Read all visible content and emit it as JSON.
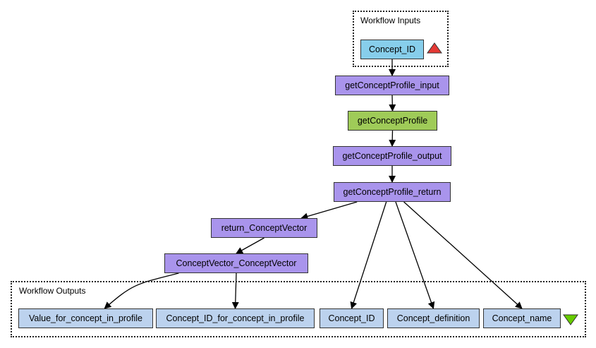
{
  "colors": {
    "processor": "#a994ec",
    "service": "#9fcb58",
    "input": "#87ceeb",
    "output": "#bcd2ee",
    "input_marker": "#e53935",
    "output_marker": "#66cc00",
    "edge": "#000000"
  },
  "clusters": {
    "inputs": {
      "label": "Workflow Inputs"
    },
    "outputs": {
      "label": "Workflow Outputs"
    }
  },
  "nodes": {
    "in_concept_id": {
      "label": "Concept_ID",
      "kind": "input"
    },
    "gcp_input": {
      "label": "getConceptProfile_input",
      "kind": "processor"
    },
    "gcp": {
      "label": "getConceptProfile",
      "kind": "service"
    },
    "gcp_output": {
      "label": "getConceptProfile_output",
      "kind": "processor"
    },
    "gcp_return": {
      "label": "getConceptProfile_return",
      "kind": "processor"
    },
    "return_cv": {
      "label": "return_ConceptVector",
      "kind": "processor"
    },
    "cv_cv": {
      "label": "ConceptVector_ConceptVector",
      "kind": "processor"
    },
    "out_value": {
      "label": "Value_for_concept_in_profile",
      "kind": "output"
    },
    "out_concept_id_profile": {
      "label": "Concept_ID_for_concept_in_profile",
      "kind": "output"
    },
    "out_concept_id": {
      "label": "Concept_ID",
      "kind": "output"
    },
    "out_definition": {
      "label": "Concept_definition",
      "kind": "output"
    },
    "out_name": {
      "label": "Concept_name",
      "kind": "output"
    }
  },
  "edges": [
    {
      "from": "in_concept_id",
      "to": "gcp_input"
    },
    {
      "from": "gcp_input",
      "to": "gcp"
    },
    {
      "from": "gcp",
      "to": "gcp_output"
    },
    {
      "from": "gcp_output",
      "to": "gcp_return"
    },
    {
      "from": "gcp_return",
      "to": "return_cv"
    },
    {
      "from": "gcp_return",
      "to": "out_concept_id"
    },
    {
      "from": "gcp_return",
      "to": "out_definition"
    },
    {
      "from": "gcp_return",
      "to": "out_name"
    },
    {
      "from": "return_cv",
      "to": "cv_cv"
    },
    {
      "from": "cv_cv",
      "to": "out_value"
    },
    {
      "from": "cv_cv",
      "to": "out_concept_id_profile"
    }
  ]
}
